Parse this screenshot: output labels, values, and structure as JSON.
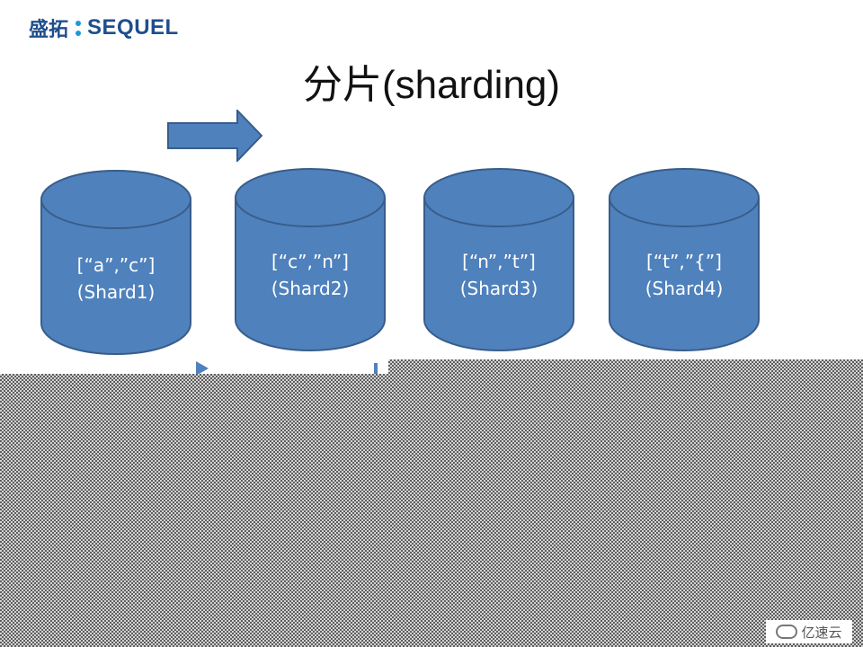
{
  "logo": {
    "cn": "盛拓",
    "en": "SEQUEL"
  },
  "title": {
    "cn": "分片",
    "en": "(sharding)"
  },
  "colors": {
    "shard_fill": "#4f81bd",
    "shard_stroke": "#385d8a",
    "logo": "#1f4e8c",
    "logo_accent": "#1a9ad6"
  },
  "icons": {
    "arrow": "right-arrow-icon",
    "watermark": "cloud-icon"
  },
  "shards": [
    {
      "range": "[“a”,”c”]",
      "name": "(Shard1)"
    },
    {
      "range": "[“c”,”n”]",
      "name": "(Shard2)"
    },
    {
      "range": "[“n”,”t”]",
      "name": "(Shard3)"
    },
    {
      "range": "[“t”,”{”]",
      "name": "(Shard4)"
    }
  ],
  "watermark": {
    "text": "亿速云"
  }
}
